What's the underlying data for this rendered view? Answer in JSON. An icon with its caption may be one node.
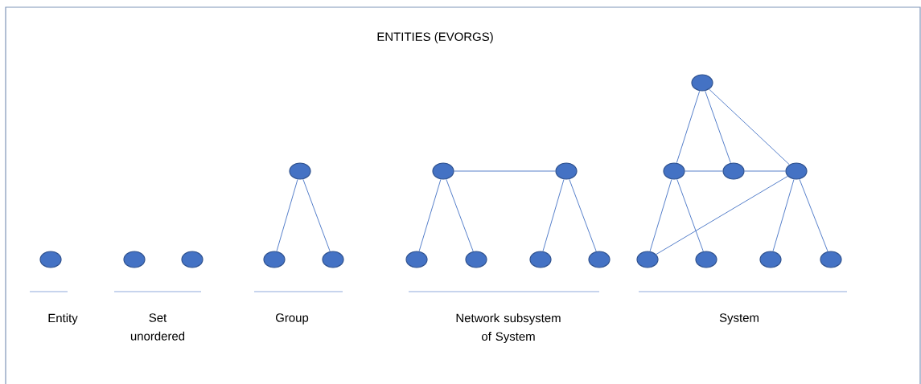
{
  "diagram": {
    "title": "ENTITIES (EVORGS)",
    "nodes": [
      {
        "text": [],
        "shape": "circle"
      },
      {
        "text": [],
        "shape": "circle"
      },
      {
        "text": [],
        "shape": "circle"
      },
      {
        "text": [],
        "shape": "circle"
      },
      {
        "text": [],
        "shape": "circle"
      },
      {
        "text": [],
        "shape": "circle"
      },
      {
        "text": [],
        "shape": "circle"
      },
      {
        "text": [],
        "shape": "circle"
      },
      {
        "text": [],
        "shape": "circle"
      },
      {
        "text": [],
        "shape": "circle"
      },
      {
        "text": [],
        "shape": "circle"
      },
      {
        "text": [],
        "shape": "circle"
      },
      {
        "text": [],
        "shape": "circle"
      },
      {
        "text": [],
        "shape": "circle"
      },
      {
        "text": [],
        "shape": "circle"
      },
      {
        "text": [],
        "shape": "circle"
      },
      {
        "text": [],
        "shape": "circle"
      },
      {
        "text": [],
        "shape": "circle"
      },
      {
        "text": [],
        "shape": "circle"
      },
      {
        "text": [],
        "shape": "circle"
      }
    ],
    "edges": [
      {
        "from": 3,
        "to": 4,
        "arrow": "none"
      },
      {
        "from": 3,
        "to": 5,
        "arrow": "none"
      },
      {
        "from": 6,
        "to": 7,
        "arrow": "none"
      },
      {
        "from": 6,
        "to": 8,
        "arrow": "none"
      },
      {
        "from": 6,
        "to": 9,
        "arrow": "none"
      },
      {
        "from": 7,
        "to": 10,
        "arrow": "none"
      },
      {
        "from": 7,
        "to": 11,
        "arrow": "none"
      },
      {
        "from": 12,
        "to": 13,
        "arrow": "none"
      },
      {
        "from": 12,
        "to": 14,
        "arrow": "none"
      },
      {
        "from": 12,
        "to": 15,
        "arrow": "none"
      },
      {
        "from": 13,
        "to": 14,
        "arrow": "none"
      },
      {
        "from": 14,
        "to": 15,
        "arrow": "none"
      },
      {
        "from": 13,
        "to": 16,
        "arrow": "none"
      },
      {
        "from": 13,
        "to": 17,
        "arrow": "none"
      },
      {
        "from": 15,
        "to": 16,
        "arrow": "none"
      },
      {
        "from": 15,
        "to": 18,
        "arrow": "none"
      },
      {
        "from": 15,
        "to": 19,
        "arrow": "none"
      }
    ],
    "labels": [
      "Entity",
      "Set unordered",
      "Group",
      "Network subsystem of System",
      "System"
    ]
  }
}
